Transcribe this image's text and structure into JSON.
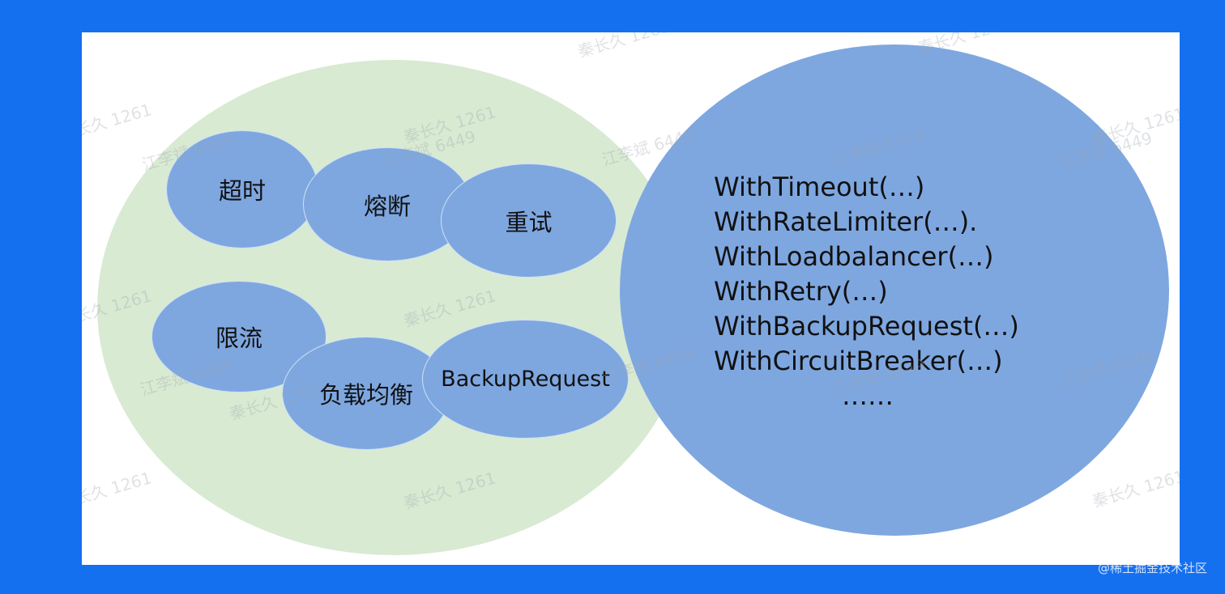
{
  "diagram": {
    "features": [
      {
        "label": "超时"
      },
      {
        "label": "熔断"
      },
      {
        "label": "重试"
      },
      {
        "label": "限流"
      },
      {
        "label": "负载均衡"
      },
      {
        "label": "BackupRequest"
      }
    ],
    "methods": [
      "WithTimeout(…)",
      "WithRateLimiter(…).",
      "WithLoadbalancer(…)",
      "WithRetry(…)",
      "WithBackupRequest(…)",
      "WithCircuitBreaker(…)"
    ],
    "methods_ellipsis": "……"
  },
  "watermarks": {
    "user1": "秦长久 1261",
    "user2": "江李斌 6449"
  },
  "site_watermark": "@稀土掘金技术社区",
  "colors": {
    "background_blue": "#1570ef",
    "canvas": "#ffffff",
    "green_circle": "#d8ead2",
    "blue_ellipse": "#7ea7e0"
  }
}
